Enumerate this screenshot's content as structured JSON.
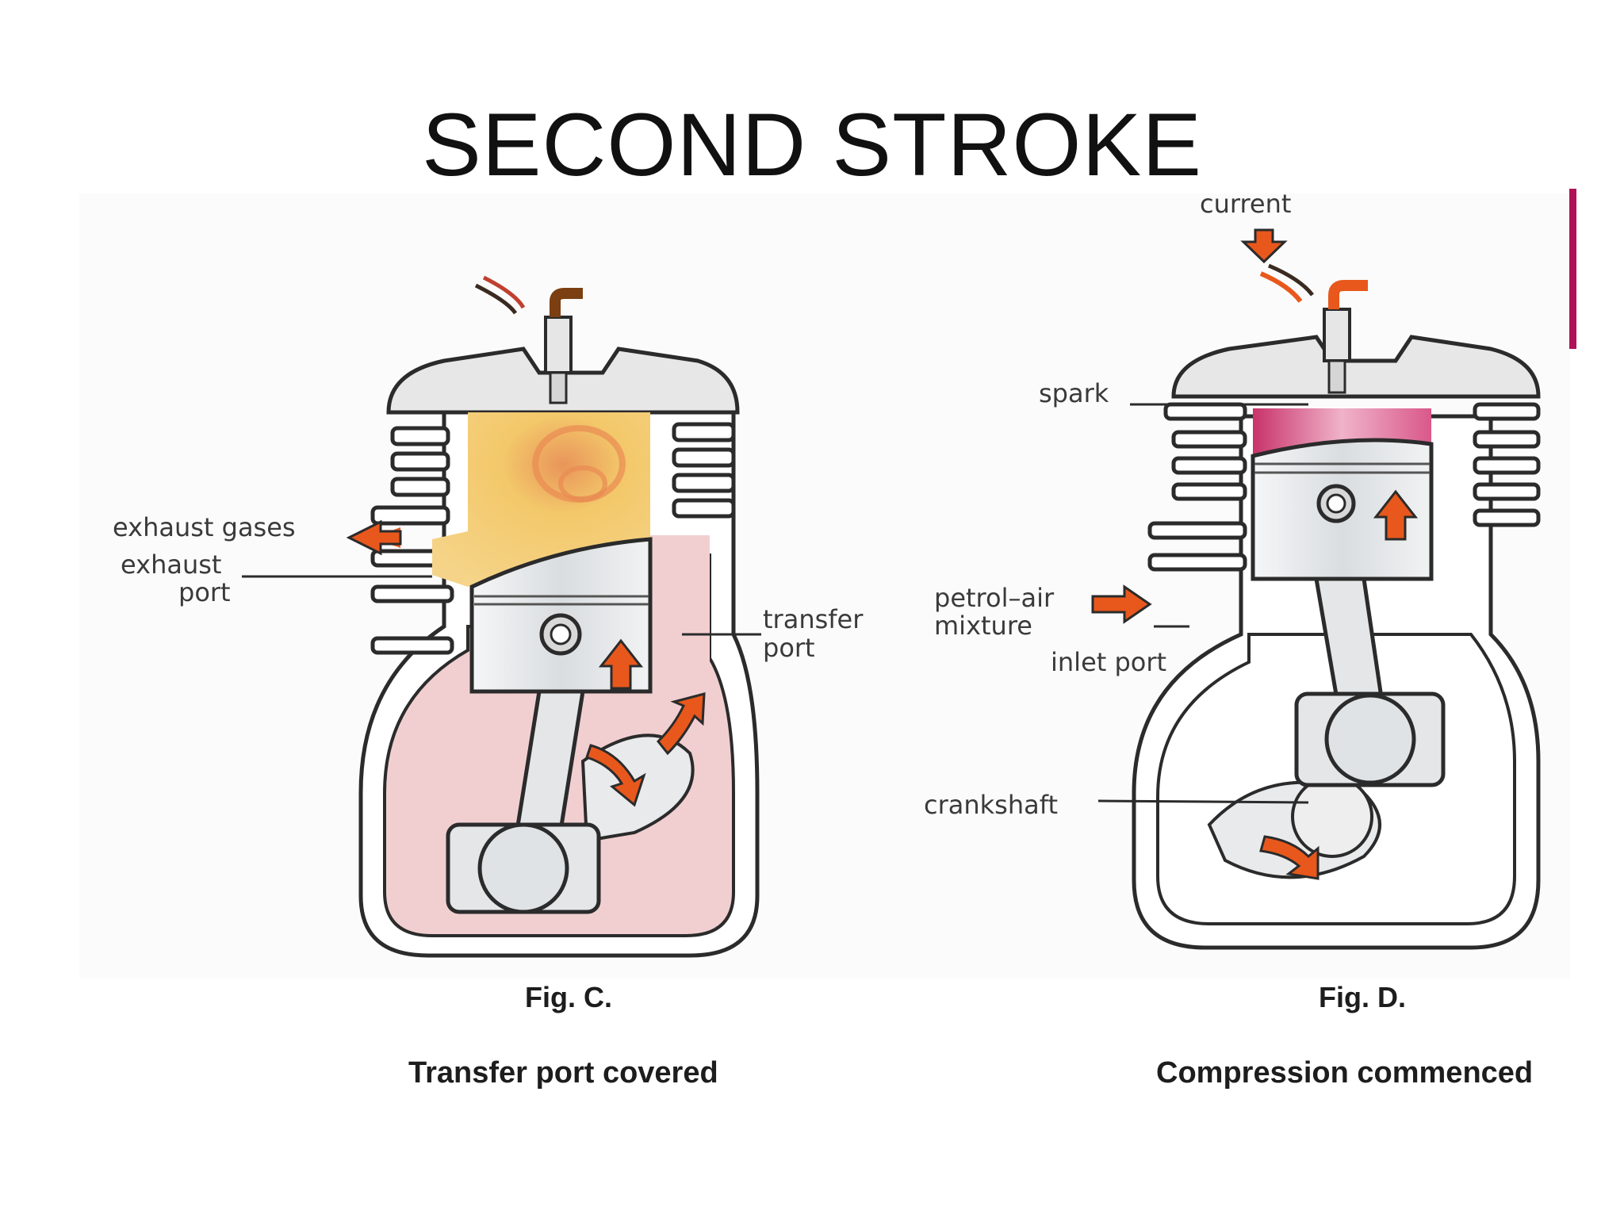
{
  "title": "SECOND STROKE",
  "colors": {
    "accent": "#b0125a",
    "arrow": "#e8581c",
    "exhaust_gas": "#f2c25a",
    "crankcase_mixture": "#f1cfd0",
    "compressed_charge": "#e8a0bd",
    "metal": "#e9ecee"
  },
  "fig_c": {
    "labels": {
      "exhaust_gases": "exhaust gases",
      "exhaust_port_1": "exhaust",
      "exhaust_port_2": "port",
      "transfer_port_1": "transfer",
      "transfer_port_2": "port"
    },
    "fig_label": "Fig. C.",
    "caption": "Transfer port covered"
  },
  "fig_d": {
    "labels": {
      "current": "current",
      "spark": "spark",
      "petrol_air_1": "petrol–air",
      "petrol_air_2": "mixture",
      "inlet_port": "inlet port",
      "crankshaft": "crankshaft"
    },
    "fig_label": "Fig. D.",
    "caption": "Compression commenced"
  }
}
